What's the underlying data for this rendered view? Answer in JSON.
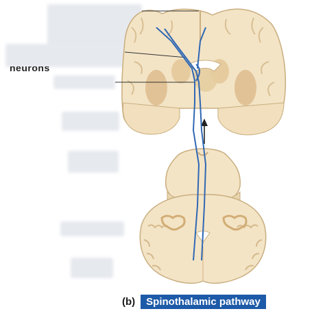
{
  "figure": {
    "panel_letter": "(b)",
    "title": "Spinothalamic pathway",
    "partial_label": "neurons",
    "colors": {
      "tissue": "#f3e4c6",
      "tissue_edge": "#c9ad7e",
      "gray_matter": "#dcb98a",
      "pathway": "#2f67b3",
      "caption_bg": "#1d5aa8"
    }
  }
}
